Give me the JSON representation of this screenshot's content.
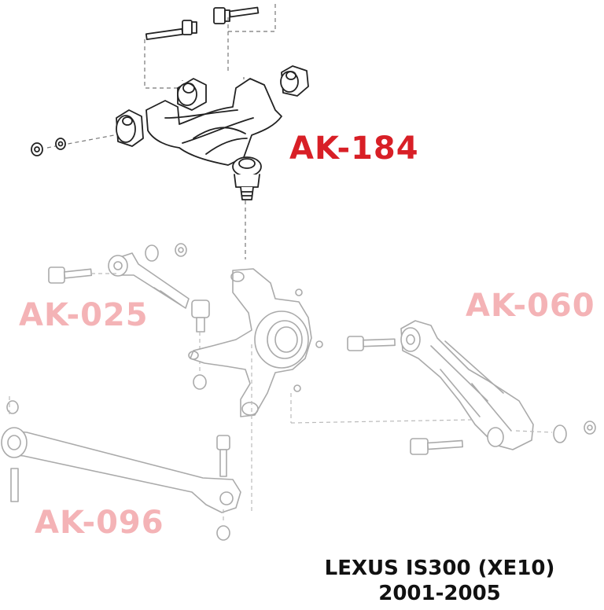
{
  "labels": {
    "upper_arm": "AK-184",
    "toe_arm": "AK-025",
    "lower_arm": "AK-060",
    "trailing_arm": "AK-096"
  },
  "caption": {
    "model": "LEXUS IS300 (XE10)",
    "years": "2001-2005"
  },
  "colors": {
    "highlight": "#d81f26",
    "faded": "#f4b3b6",
    "line": "#222222",
    "faded_line": "#aaaaaa"
  }
}
